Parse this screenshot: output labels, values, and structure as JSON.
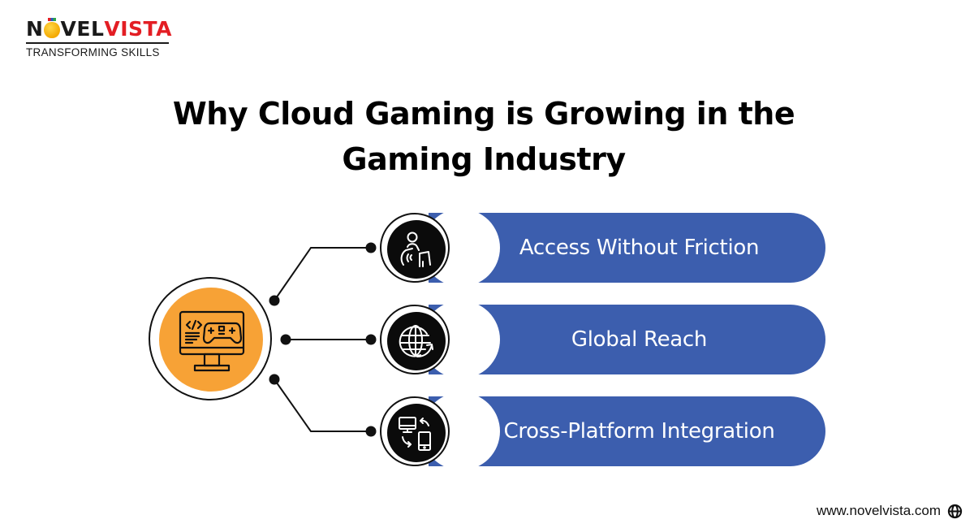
{
  "brand": {
    "logo_parts": [
      "N",
      "VEL",
      "VISTA"
    ],
    "tagline": "TRANSFORMING SKILLS",
    "colors": {
      "dark": "#1a1a1a",
      "red": "#e31e24",
      "gold": "#f4a900"
    }
  },
  "title": {
    "line1": "Why Cloud Gaming is Growing in the",
    "line2": "Gaming Industry"
  },
  "hub": {
    "icon": "monitor-gamepad-code-icon",
    "color": "#f7a236"
  },
  "items": [
    {
      "label": "Access Without Friction",
      "icon": "user-touch-device-icon"
    },
    {
      "label": "Global Reach",
      "icon": "globe-arrow-icon"
    },
    {
      "label": "Cross-Platform Integration",
      "icon": "desktop-mobile-sync-icon"
    }
  ],
  "colors": {
    "pill": "#3c5eae",
    "icon_bg": "#0b0b0b",
    "connector": "#111111"
  },
  "footer": {
    "website": "www.novelvista.com",
    "icon": "globe-icon"
  }
}
